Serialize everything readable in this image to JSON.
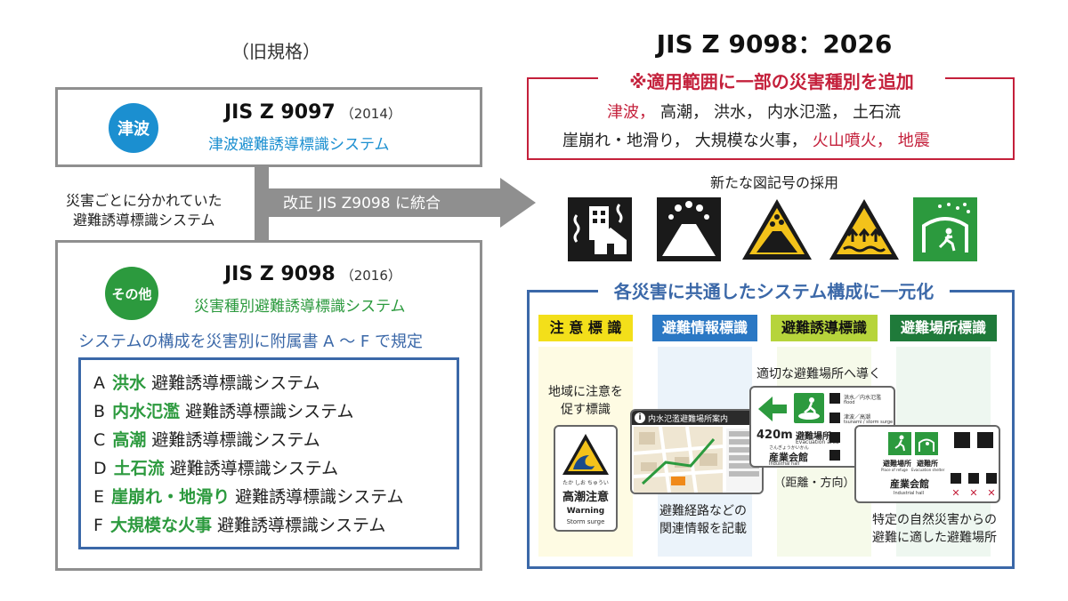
{
  "old_standard": {
    "title": "（旧規格）",
    "tsunami_box": {
      "badge": "津波",
      "jis_name": "JIS Z 9097",
      "year": "（2014）",
      "subtitle": "津波避難誘導標識システム"
    },
    "note_line1": "災害ごとに分かれていた",
    "note_line2": "避難誘導標識システム",
    "other_box": {
      "badge": "その他",
      "jis_name": "JIS Z 9098",
      "year": "（2016）",
      "subtitle": "災害種別避難誘導標識システム",
      "description": "システムの構成を災害別に附属書 A ～ F で規定",
      "items": [
        {
          "letter": "A",
          "keyword": "洪水",
          "suffix": "避難誘導標識システム"
        },
        {
          "letter": "B",
          "keyword": "内水氾濫",
          "suffix": "避難誘導標識システム"
        },
        {
          "letter": "C",
          "keyword": "高潮",
          "suffix": "避難誘導標識システム"
        },
        {
          "letter": "D",
          "keyword": "土石流",
          "suffix": "避難誘導標識システム"
        },
        {
          "letter": "E",
          "keyword": "崖崩れ・地滑り",
          "suffix": "避難誘導標識システム"
        },
        {
          "letter": "F",
          "keyword": "大規模な火事",
          "suffix": "避難誘導標識システム"
        }
      ]
    }
  },
  "arrow_label": "改正 JIS Z9098 に統合",
  "new_standard": {
    "title": "JIS Z 9098：2026",
    "scope": {
      "title": "※適用範囲に一部の災害種別を追加",
      "row1": [
        {
          "text": "津波，",
          "highlight": true
        },
        {
          "text": "高潮，",
          "highlight": false
        },
        {
          "text": "洪水，",
          "highlight": false
        },
        {
          "text": "内水氾濫，",
          "highlight": false
        },
        {
          "text": "土石流",
          "highlight": false
        }
      ],
      "row2": [
        {
          "text": "崖崩れ・地滑り，",
          "highlight": false
        },
        {
          "text": "大規模な火事，",
          "highlight": false
        },
        {
          "text": "火山噴火，",
          "highlight": true
        },
        {
          "text": "地震",
          "highlight": true
        }
      ]
    },
    "symbols_caption": "新たな図記号の採用",
    "symbols": [
      "earthquake-building-icon",
      "volcano-icon",
      "volcano-warning-icon",
      "tsunami-warning-icon",
      "landslide-shelter-icon"
    ],
    "unified": {
      "title": "各災害に共通したシステム構成に一元化",
      "columns": [
        {
          "label": "注 意 標 識",
          "bg": "#f3df1a",
          "fg": "#111111",
          "band": "#fbf3b0"
        },
        {
          "label": "避難情報標識",
          "bg": "#2b78c4",
          "fg": "#ffffff",
          "band": "#c5ddf2"
        },
        {
          "label": "避難誘導標識",
          "bg": "#b6d43b",
          "fg": "#111111",
          "band": "#e6f1c2"
        },
        {
          "label": "避難場所標識",
          "bg": "#1f7a3a",
          "fg": "#ffffff",
          "band": "#cfe8d4"
        }
      ],
      "caution_text_line1": "地域に注意を",
      "caution_text_line2": "促す標識",
      "caution_sign": {
        "reading": "たか しお ちゅうい",
        "name": "高潮注意",
        "en1": "Warning",
        "en2": "Storm surge"
      },
      "info_sign_title": "内水氾濫避難場所案内",
      "info_text_line1": "避難経路などの",
      "info_text_line2": "関連情報を記載",
      "guide_caption": "適切な避難場所へ導く",
      "guide_sign": {
        "distance": "420m",
        "place": "避難場所",
        "place_en": "Evacuation area",
        "hall": "産業会館",
        "hall_en": "Industrial hall",
        "hall_reading": "さんぎょうかいかん",
        "hazard1": "洪水／内水氾濫",
        "hazard1_en": "flood",
        "hazard2": "津波／高潮",
        "hazard2_en": "tsunami / storm surge"
      },
      "guide_note": "（距離・方向）",
      "place_sign": {
        "title1": "避難場所",
        "title1_en": "Place of refuge",
        "title2": "避難所",
        "title2_en": "Evacuation shelter",
        "hall": "産業会館",
        "hall_en": "Industrial hall"
      },
      "place_text_line1": "特定の自然災害からの",
      "place_text_line2": "避難に適した避難場所"
    }
  },
  "colors": {
    "tsunami_badge": "#1b8fd0",
    "other_badge": "#2c9a3e",
    "red": "#c4203b",
    "blue": "#3b68a8",
    "gray": "#8f8f8f"
  }
}
